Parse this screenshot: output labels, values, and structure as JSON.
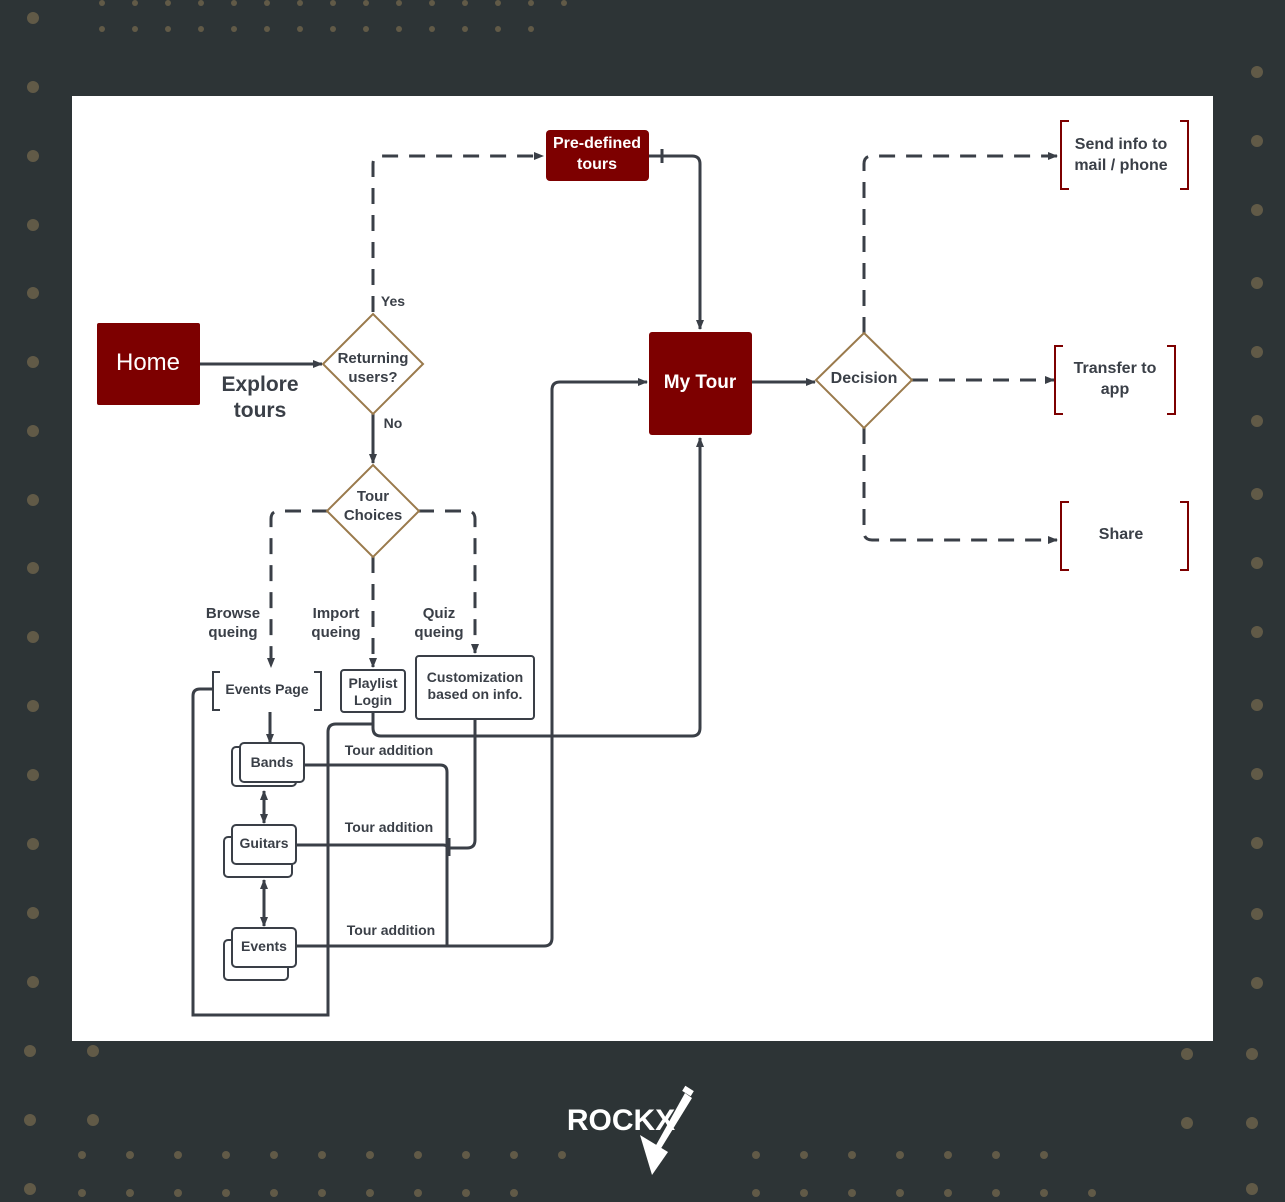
{
  "diagram": {
    "home": "Home",
    "explore_tours": [
      "Explore",
      "tours"
    ],
    "returning_users": [
      "Returning",
      "users?"
    ],
    "yes": "Yes",
    "no": "No",
    "predefined_tours": [
      "Pre-defined",
      "tours"
    ],
    "my_tour": "My Tour",
    "decision": "Decision",
    "send_info": [
      "Send info to",
      "mail / phone"
    ],
    "transfer_app": [
      "Transfer to",
      "app"
    ],
    "share": "Share",
    "tour_choices": [
      "Tour",
      "Choices"
    ],
    "browse_queing": [
      "Browse",
      "queing"
    ],
    "import_queing": [
      "Import",
      "queing"
    ],
    "quiz_queing": [
      "Quiz",
      "queing"
    ],
    "events_page": "Events Page",
    "playlist_login": [
      "Playlist",
      "Login"
    ],
    "customization": [
      "Customization",
      "based on info."
    ],
    "bands": "Bands",
    "guitars": "Guitars",
    "events": "Events",
    "tour_addition_1": "Tour addition",
    "tour_addition_2": "Tour addition",
    "tour_addition_3": "Tour addition"
  },
  "brand": {
    "logo_text": "ROCKX"
  },
  "colors": {
    "background": "#2d3436",
    "canvas": "#ffffff",
    "accent_red": "#7d0000",
    "diamond_border": "#9a7a4c",
    "line": "#3a3f47",
    "dot": "#8c7a55"
  }
}
